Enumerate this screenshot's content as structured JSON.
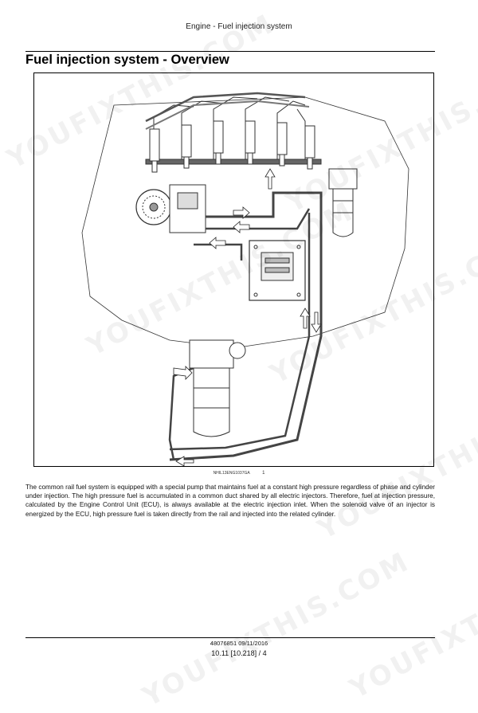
{
  "header": {
    "title": "Engine - Fuel injection system"
  },
  "section": {
    "title": "Fuel injection system - Overview"
  },
  "figure": {
    "code": "NHIL13ENG1037GA",
    "number": "1"
  },
  "body_text": "The common rail fuel system is equipped with a special pump that maintains fuel at a constant high pressure regardless of phase and cylinder under injection.  The high pressure fuel is accumulated in a common duct shared by all electric injectors.  Therefore, fuel at injection pressure, calculated by the Engine Control Unit (ECU), is always available at the electric injection inlet.  When the solenoid valve of an injector is energized by the ECU, high pressure fuel is taken directly from the rail and injected into the related cylinder.",
  "watermark": {
    "text": "YOUFIXTHIS.COM"
  },
  "footer": {
    "doc_ref": "48076851 09/11/2016",
    "page": "10.11 [10.218] / 4"
  }
}
